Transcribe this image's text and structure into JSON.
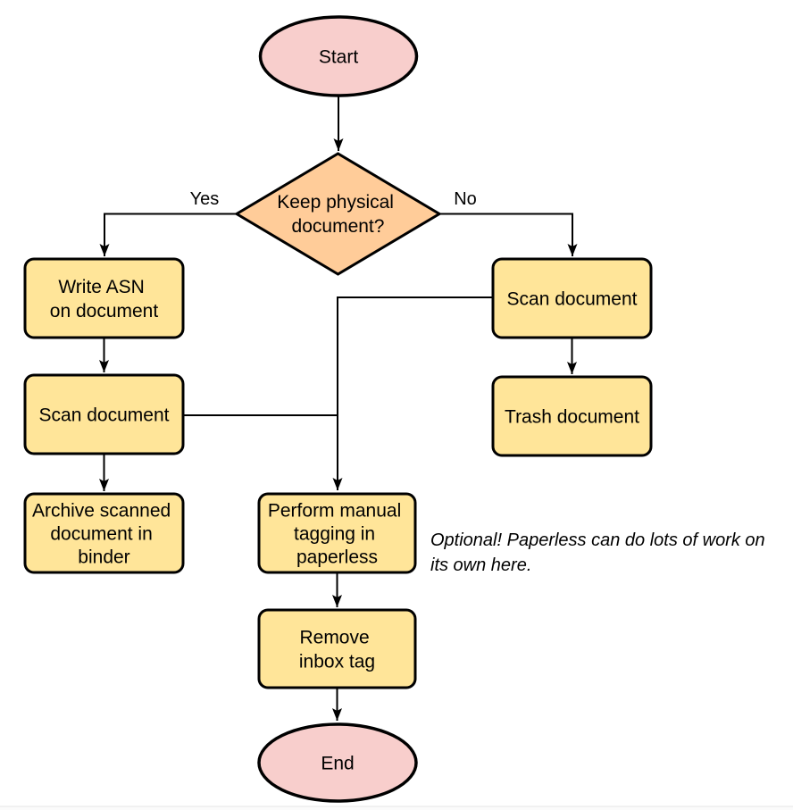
{
  "colors": {
    "terminal_fill": "#f8cecc",
    "decision_fill": "#ffcc99",
    "process_fill": "#ffe599",
    "stroke": "#000000",
    "background": "#ffffff"
  },
  "nodes": {
    "start": {
      "label": "Start"
    },
    "keep_physical": {
      "line1": "Keep physical",
      "line2": "document?"
    },
    "write_asn": {
      "line1": "Write ASN",
      "line2": "on document"
    },
    "scan_left": {
      "label": "Scan document"
    },
    "archive": {
      "line1": "Archive scanned",
      "line2": "document in",
      "line3": "binder"
    },
    "scan_right": {
      "label": "Scan document"
    },
    "trash": {
      "label": "Trash document"
    },
    "manual_tagging": {
      "line1": "Perform manual",
      "line2": "tagging in",
      "line3": "paperless"
    },
    "remove_inbox": {
      "line1": "Remove",
      "line2": "inbox tag"
    },
    "end": {
      "label": "End"
    }
  },
  "edges": {
    "yes_label": "Yes",
    "no_label": "No"
  },
  "annotation": {
    "line1": "Optional! Paperless can do lots of work on",
    "line2": "its own here."
  }
}
